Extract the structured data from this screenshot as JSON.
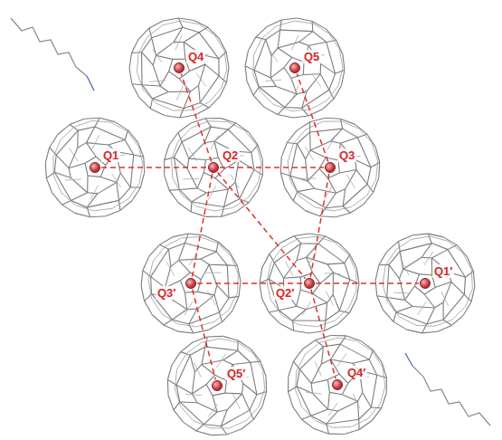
{
  "diagram": {
    "nodes": [
      {
        "text": [
          "Q4"
        ]
      },
      {
        "text": [
          "Q5"
        ]
      },
      {
        "text": [
          "Q1"
        ]
      },
      {
        "text": [
          "Q2"
        ]
      },
      {
        "text": [
          "Q3"
        ]
      },
      {
        "text": [
          "Q3′"
        ]
      },
      {
        "text": [
          "Q2′"
        ]
      },
      {
        "text": [
          "Q1′"
        ]
      },
      {
        "text": [
          "Q5′"
        ]
      },
      {
        "text": [
          "Q4′"
        ]
      }
    ],
    "edges": [
      {
        "from": 2,
        "to": 3,
        "arrow": "none"
      },
      {
        "from": 3,
        "to": 4,
        "arrow": "none"
      },
      {
        "from": 3,
        "to": 0,
        "arrow": "none"
      },
      {
        "from": 4,
        "to": 1,
        "arrow": "none"
      },
      {
        "from": 3,
        "to": 5,
        "arrow": "none"
      },
      {
        "from": 3,
        "to": 6,
        "arrow": "none"
      },
      {
        "from": 4,
        "to": 6,
        "arrow": "none"
      },
      {
        "from": 5,
        "to": 6,
        "arrow": "none"
      },
      {
        "from": 6,
        "to": 7,
        "arrow": "none"
      },
      {
        "from": 5,
        "to": 8,
        "arrow": "none"
      },
      {
        "from": 6,
        "to": 9,
        "arrow": "none"
      }
    ]
  }
}
